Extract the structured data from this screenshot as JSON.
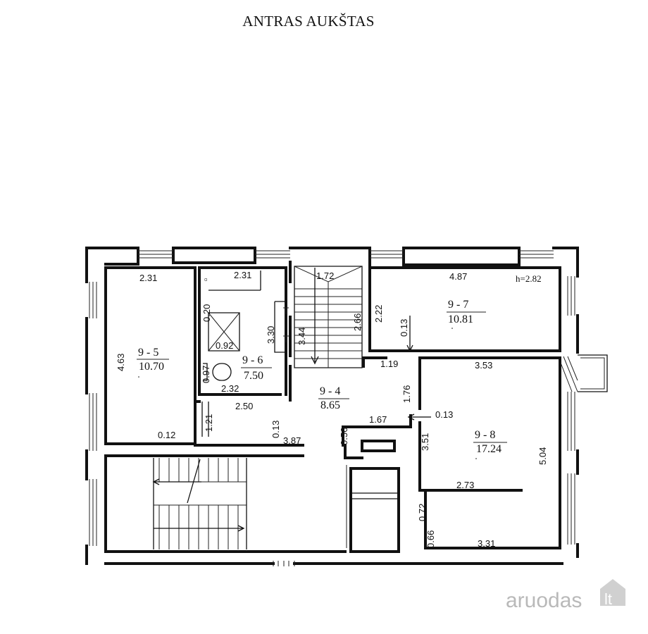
{
  "title": "ANTRAS AUKŠTAS",
  "height_note": "h=2.82",
  "rooms": [
    {
      "id": "9 - 5",
      "area": "10.70"
    },
    {
      "id": "9 - 6",
      "area": "7.50"
    },
    {
      "id": "9 - 4",
      "area": "8.65"
    },
    {
      "id": "9 - 7",
      "area": "10.81"
    },
    {
      "id": "9 - 8",
      "area": "17.24"
    }
  ],
  "dimensions": [
    "2.31",
    "2.31",
    "1.72",
    "4.87",
    "4.63",
    "0.20",
    "0.92",
    "3.30",
    "3.44",
    "2.66",
    "2.22",
    "0.13",
    "0.97",
    "2.32",
    "2.50",
    "1.19",
    "3.53",
    "1.76",
    "1.21",
    "0.12",
    "0.13",
    "1.67",
    "0.13",
    "3.87",
    "0.56",
    "3.51",
    "5.04",
    "2.73",
    "0.72",
    "0.66",
    "3.31"
  ],
  "watermark": {
    "text": "aruodas",
    "suffix": "lt"
  }
}
